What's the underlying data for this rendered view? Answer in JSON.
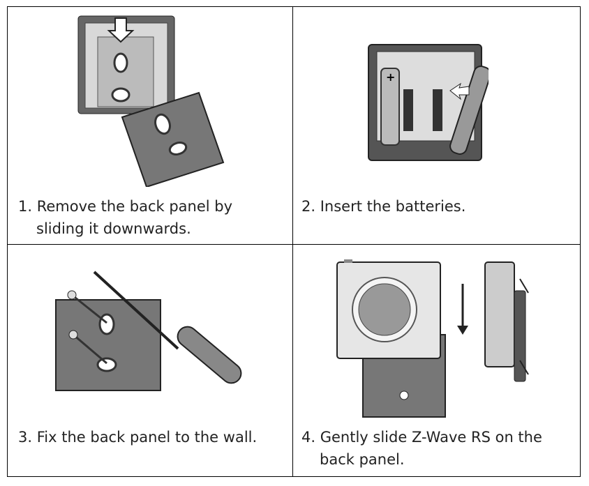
{
  "steps": [
    {
      "number": "1.",
      "line1": "Remove the back panel by",
      "line2": "sliding it downwards."
    },
    {
      "number": "2.",
      "line1": "Insert the batteries.",
      "line2": ""
    },
    {
      "number": "3.",
      "line1": "Fix the back panel to the wall.",
      "line2": ""
    },
    {
      "number": "4.",
      "line1": "Gently slide Z-Wave RS on the",
      "line2": "back panel."
    }
  ],
  "colors": {
    "border": "#000000",
    "device_dark": "#555555",
    "device_light": "#e6e6e6",
    "panel": "#777777"
  }
}
